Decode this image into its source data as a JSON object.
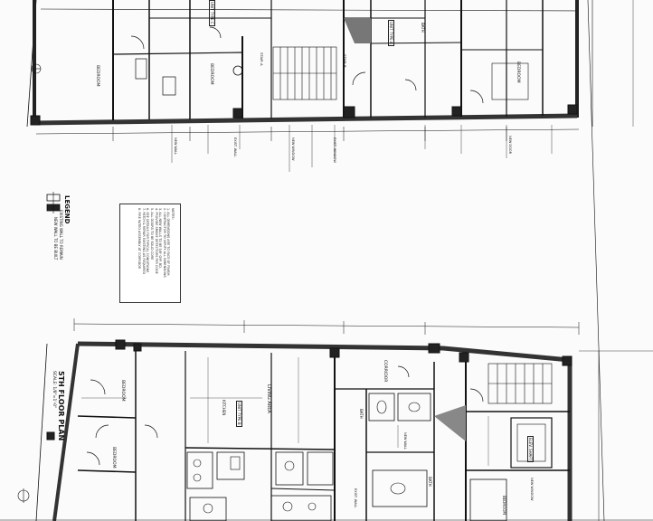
{
  "legend": {
    "title": "LEGEND",
    "items": [
      "EXISTING WALL TO REMAIN",
      "NEW WALL TO BE BUILT"
    ]
  },
  "upper_plan": {
    "rooms": [
      "BEDROOM",
      "BEDROOM",
      "BEDROOM",
      "BATH",
      "UNIT TYPE C",
      "UNIT TYPE A",
      "STAIR A",
      "STAIR B"
    ],
    "annotations": [
      "NEW WALL",
      "EXIST. WALL",
      "NEW WINDOW",
      "EXIST. WINDOW",
      "NEW DOOR"
    ]
  },
  "lower_plan": {
    "title": "5TH FLOOR PLAN",
    "scale": "SCALE: 1/8\"=1'-0\"",
    "rooms": [
      "BEDROOM",
      "BEDROOM",
      "LIVING AREA",
      "UNIT TYPE B",
      "KITCHEN",
      "CORRIDOR",
      "BATH",
      "BATH",
      "ELEV. SHAFT",
      "BEDROOM"
    ],
    "annotations": [
      "NEW WALL",
      "EXIST. WALL",
      "NEW WINDOW"
    ]
  },
  "notes": {
    "lines": [
      "NOTES:",
      "1. ALL DIMENSIONS ARE TO FACE OF FINISH",
      "2. CONTRACTOR TO VERIFY ALL DIMENSIONS",
      "3. ALL NEW WALLS TO BE 5/8\" GYP. BD.",
      "4. PROVIDE SMOKE DETECTORS PER CODE",
      "5. ALL DOORS TO BE SOLID CORE",
      "6. SEE DETAILS FOR TYPICAL CONDITIONS",
      "7. PATCH & REPAIR EXISTING AS REQUIRED",
      "8. FIRE RATED ASSEMBLY AT CORRIDOR"
    ]
  }
}
